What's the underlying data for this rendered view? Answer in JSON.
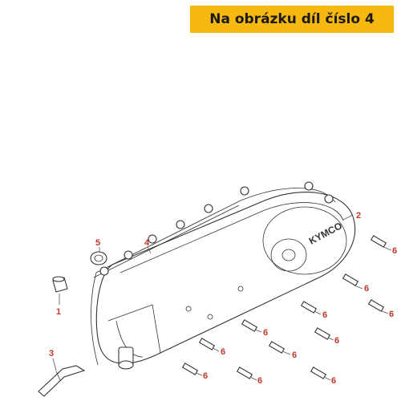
{
  "banner": {
    "text": "Na obrázku díl číslo 4",
    "color": "#f7b80f"
  },
  "logo": {
    "text": "KYMCO"
  },
  "labels": {
    "l1": "1",
    "l2": "2",
    "l3": "3",
    "l4": "4",
    "l5": "5",
    "b1": "6",
    "b2": "6",
    "b3": "6",
    "b4": "6",
    "b5": "6",
    "b6": "6",
    "b7": "6",
    "b8": "6",
    "b9": "6",
    "b10": "6",
    "b11": "6"
  },
  "colors": {
    "label": "#c0392b",
    "line": "#333333"
  }
}
